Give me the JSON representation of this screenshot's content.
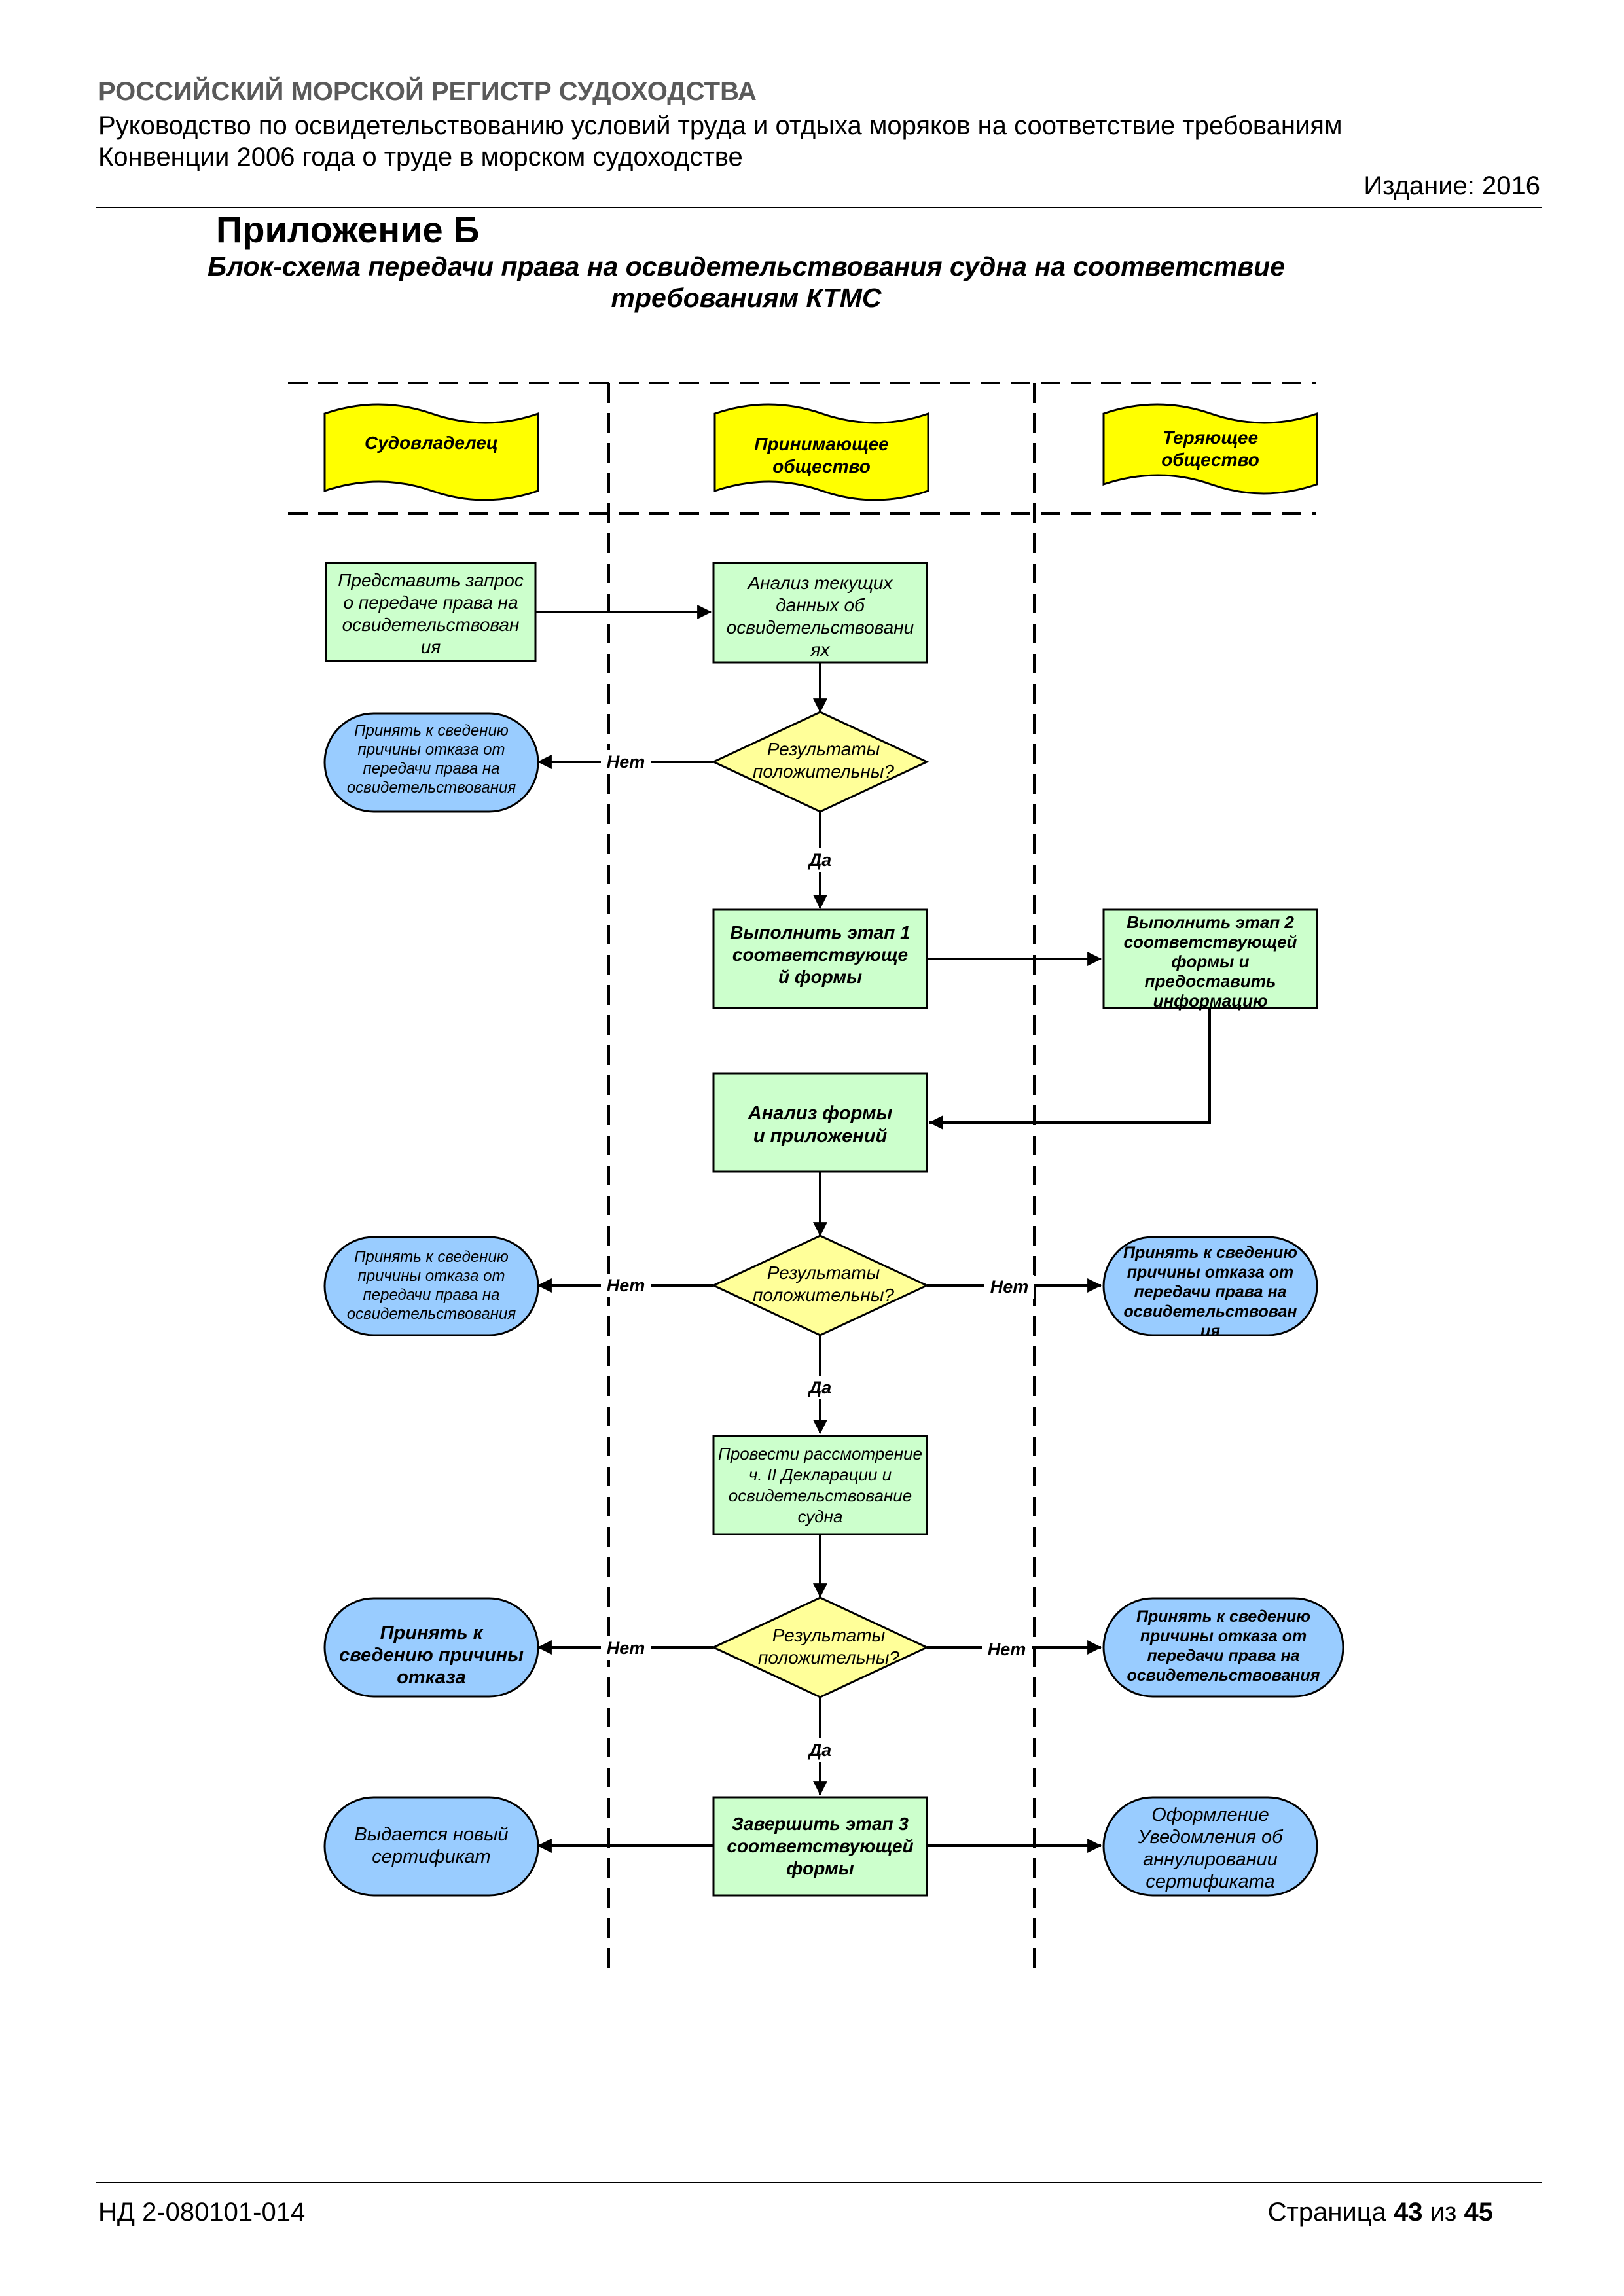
{
  "header": {
    "org": "РОССИЙСКИЙ МОРСКОЙ РЕГИСТР СУДОХОДСТВА",
    "line1": "Руководство по освидетельствованию условий труда и отдыха моряков на соответствие требованиям",
    "line2": "Конвенции 2006 года о труде в морском судоходстве",
    "edition": "Издание: 2016"
  },
  "appendix": {
    "title": "Приложение Б",
    "subtitle_line1": "Блок-схема передачи права на освидетельствования судна на соответствие",
    "subtitle_line2": "требованиям КТМС"
  },
  "lanes": {
    "owner": [
      "Судовладелец"
    ],
    "receiving": [
      "Принимающее",
      "общество"
    ],
    "losing": [
      "Теряющее",
      "общество"
    ]
  },
  "nodes": {
    "request": [
      "Представить запрос",
      "о передаче права на",
      "освидетельствован",
      "ия"
    ],
    "analysis_current": [
      "Анализ текущих",
      "данных об",
      "освидетельствовани",
      "ях"
    ],
    "decision1": [
      "Результаты",
      "положительны?"
    ],
    "reject1_owner": [
      "Принять к сведению",
      "причины отказа от",
      "передачи права на",
      "освидетельствования"
    ],
    "stage1": [
      "Выполнить этап 1",
      "соответствующе",
      "й формы"
    ],
    "stage2": [
      "Выполнить этап 2",
      "соответствующей",
      "формы и",
      "предоставить",
      "информацию"
    ],
    "analysis_form": [
      "Анализ формы",
      "и приложений"
    ],
    "decision2": [
      "Результаты",
      "положительны?"
    ],
    "reject2_owner": [
      "Принять к сведению",
      "причины отказа от",
      "передачи права на",
      "освидетельствования"
    ],
    "reject2_losing": [
      "Принять к сведению",
      "причины отказа от",
      "передачи права на",
      "освидетельствован",
      "ия"
    ],
    "review": [
      "Провести рассмотрение",
      "ч. II Декларации и",
      "освидетельствование",
      "судна"
    ],
    "decision3": [
      "Результаты",
      "положительны?"
    ],
    "reject3_owner": [
      "Принять к",
      "сведению причины",
      "отказа"
    ],
    "reject3_losing": [
      "Принять к сведению",
      "причины отказа от",
      "передачи права на",
      "освидетельствования"
    ],
    "stage3": [
      "Завершить этап 3",
      "соответствующей",
      "формы"
    ],
    "new_cert": [
      "Выдается новый",
      "сертификат"
    ],
    "cancel_notice": [
      "Оформление",
      "Уведомления об",
      "аннулировании",
      "сертификата"
    ]
  },
  "labels": {
    "no": "Нет",
    "yes": "Да"
  },
  "colors": {
    "lane_header": "#ffff00",
    "process": "#ccffcc",
    "decision": "#ffff99",
    "terminal": "#99ccff",
    "org_header": "#5a5a5a"
  },
  "footer": {
    "doc_number": "НД 2-080101-014",
    "page_prefix": "Страница",
    "page_current": "43",
    "page_sep": "из",
    "page_total": "45"
  }
}
